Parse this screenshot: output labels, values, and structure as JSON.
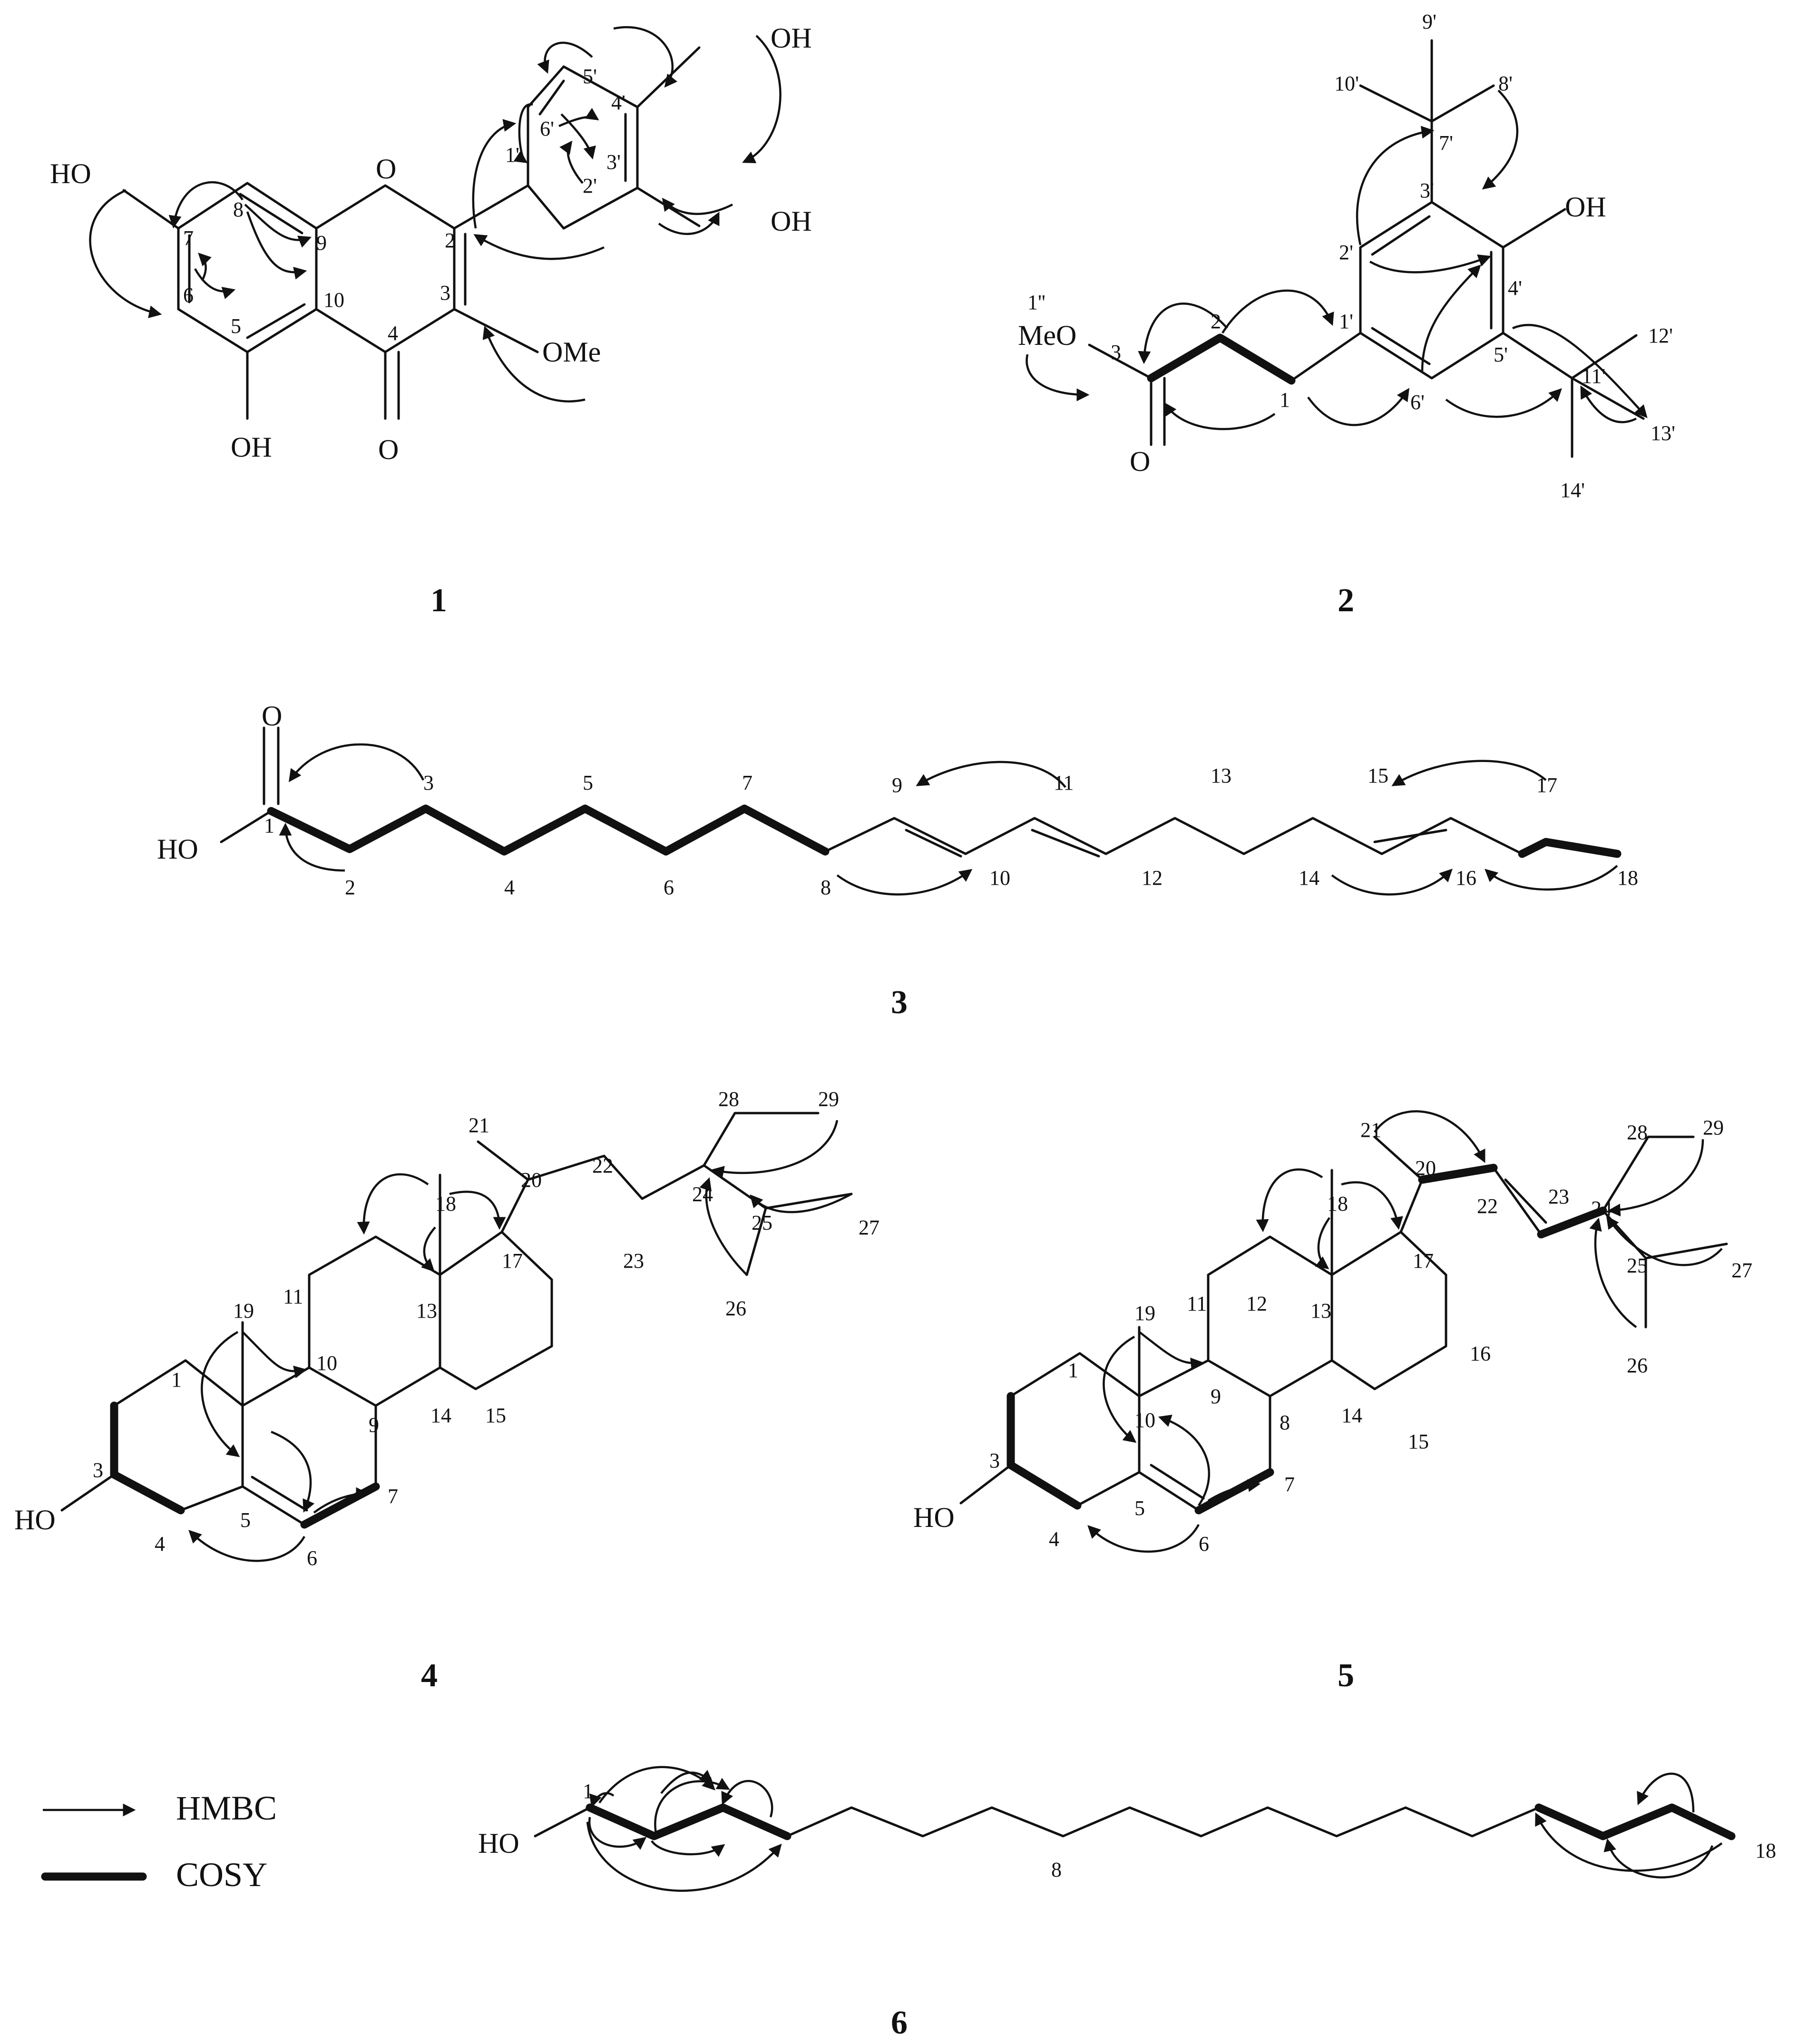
{
  "compounds": [
    {
      "id": "1",
      "substituents": [
        "HO",
        "OH",
        "OH",
        "OH",
        "OMe",
        "O",
        "O"
      ],
      "atom_labels": [
        "1'",
        "2",
        "2'",
        "3",
        "3'",
        "4",
        "4'",
        "5",
        "5'",
        "6",
        "6'",
        "7",
        "8",
        "9",
        "10"
      ]
    },
    {
      "id": "2",
      "substituents": [
        "MeO",
        "OH",
        "O"
      ],
      "atom_labels": [
        "1''",
        "1",
        "1'",
        "2",
        "2'",
        "3",
        "3'",
        "4'",
        "5'",
        "6'",
        "7'",
        "8'",
        "9'",
        "10'",
        "11'",
        "12'",
        "13'",
        "14'"
      ]
    },
    {
      "id": "3",
      "substituents": [
        "HO",
        "O"
      ],
      "atom_labels": [
        "1",
        "2",
        "3",
        "4",
        "5",
        "6",
        "7",
        "8",
        "9",
        "10",
        "11",
        "12",
        "13",
        "14",
        "15",
        "16",
        "17",
        "18"
      ]
    },
    {
      "id": "4",
      "substituents": [
        "HO"
      ],
      "atom_labels": [
        "1",
        "3",
        "4",
        "5",
        "6",
        "7",
        "9",
        "10",
        "11",
        "13",
        "14",
        "15",
        "17",
        "18",
        "19",
        "20",
        "21",
        "22",
        "23",
        "24",
        "25",
        "26",
        "27",
        "28",
        "29"
      ]
    },
    {
      "id": "5",
      "substituents": [
        "HO"
      ],
      "atom_labels": [
        "1",
        "3",
        "4",
        "5",
        "6",
        "7",
        "8",
        "9",
        "10",
        "11",
        "12",
        "13",
        "14",
        "15",
        "16",
        "17",
        "18",
        "19",
        "20",
        "21",
        "22",
        "23",
        "24",
        "25",
        "26",
        "27",
        "28",
        "29"
      ]
    },
    {
      "id": "6",
      "substituents": [
        "HO"
      ],
      "atom_labels": [
        "1",
        "8",
        "18"
      ]
    }
  ],
  "legend": {
    "hmbc": "HMBC",
    "cosy": "COSY"
  }
}
